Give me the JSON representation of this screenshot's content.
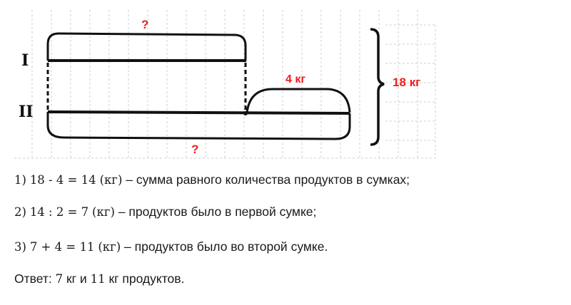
{
  "diagram": {
    "row_labels": [
      "I",
      "II"
    ],
    "question_top": "?",
    "question_bottom": "?",
    "difference_label": "4 кг",
    "total_label": "18 кг",
    "colors": {
      "stroke": "#111111",
      "annotation": "#ee1c1c",
      "grid": "#c9c9c9"
    }
  },
  "solution": {
    "steps": [
      {
        "prefix": "1)",
        "expression": "18 - 4 = 14",
        "unit": "(кг)",
        "text": "– сумма равного количества продуктов в сумках;"
      },
      {
        "prefix": "2)",
        "expression": "14 : 2 = 7",
        "unit": "(кг)",
        "text": "– продуктов было в первой сумке;"
      },
      {
        "prefix": "3)",
        "expression": "7 + 4 = 11",
        "unit": "(кг)",
        "text": "– продуктов было во второй сумке."
      }
    ],
    "answer": {
      "label": "Ответ:",
      "value1": "7",
      "unit1": "кг и",
      "value2": "11",
      "unit2": "кг продуктов."
    }
  }
}
